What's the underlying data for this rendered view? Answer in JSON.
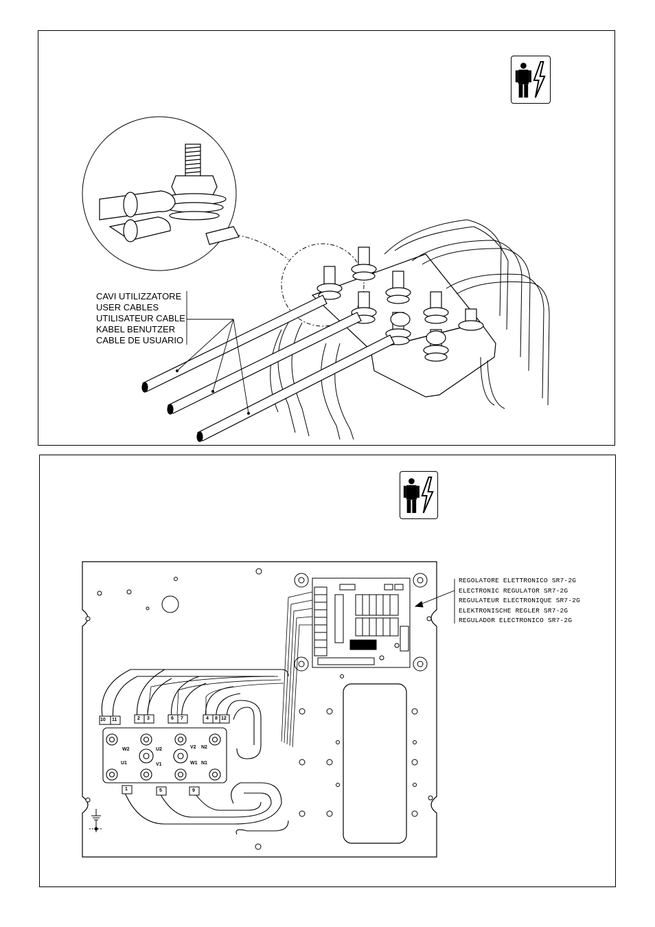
{
  "top_figure": {
    "cable_labels": [
      "CAVI UTILIZZATORE",
      "USER CABLES",
      "UTILISATEUR CABLE",
      "KABEL BENUTZER",
      "CABLE DE USUARIO"
    ],
    "warning_icon": "electrical-hazard-icon"
  },
  "bottom_figure": {
    "regulator_labels": [
      "REGOLATORE ELETTRONICO SR7-2G",
      "ELECTRONIC REGULATOR SR7-2G",
      "REGULATEUR ELECTRONIQUE SR7-2G",
      "ELEKTRONISCHE REGLER SR7-2G",
      "REGULADOR ELECTRONICO SR7-2G"
    ],
    "warning_icon": "electrical-hazard-icon",
    "cable_numbers": [
      "10",
      "11",
      "2",
      "3",
      "6",
      "7",
      "4",
      "8",
      "12",
      "1",
      "5",
      "9"
    ],
    "phase_labels": [
      "W2",
      "U2",
      "V2",
      "N2",
      "U1",
      "V1",
      "W1",
      "N1"
    ]
  }
}
